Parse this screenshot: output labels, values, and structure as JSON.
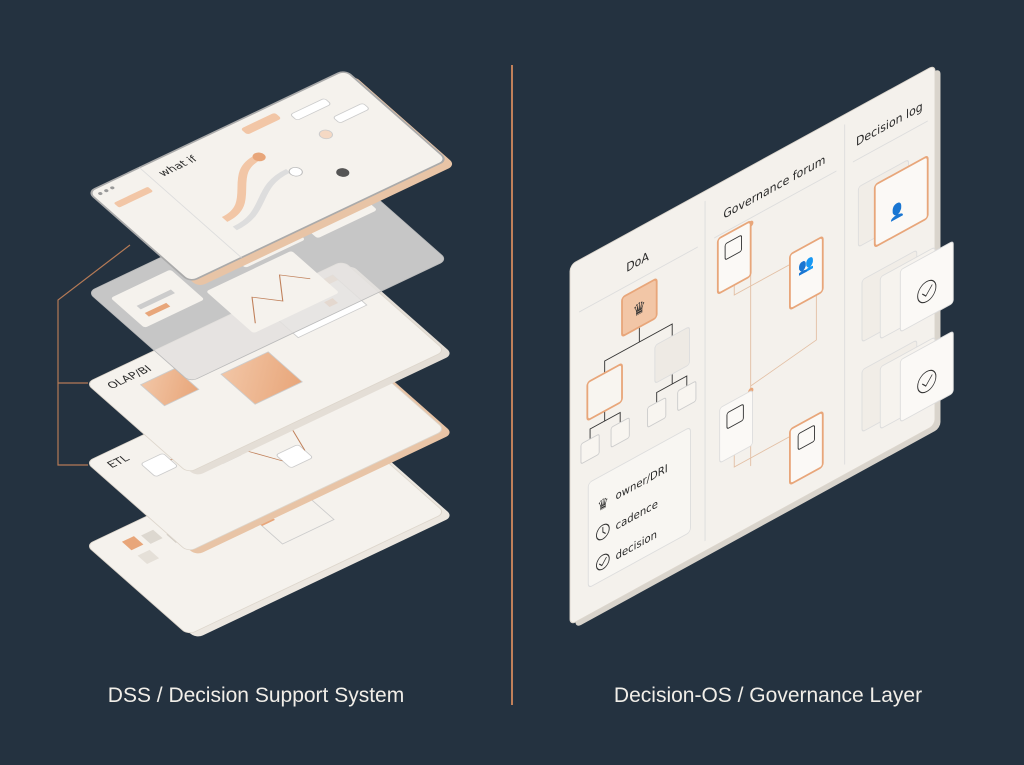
{
  "left": {
    "caption": "DSS / Decision Support System",
    "layers": [
      {
        "label": "what if"
      },
      {
        "label": ""
      },
      {
        "label": "OLAP/BI"
      },
      {
        "label": "ETL"
      },
      {
        "label": ""
      }
    ]
  },
  "right": {
    "caption": "Decision-OS / Governance Layer",
    "columns": [
      "DoA",
      "Governance forum",
      "Decision log"
    ],
    "legend": [
      {
        "icon": "owner-icon",
        "label": "owner/DRI"
      },
      {
        "icon": "clock-icon",
        "label": "cadence"
      },
      {
        "icon": "check-circle-icon",
        "label": "decision"
      }
    ]
  },
  "colors": {
    "background": "#243240",
    "panel": "#f4f1ec",
    "accent": "#e8a67a",
    "divider": "#c0805a"
  }
}
